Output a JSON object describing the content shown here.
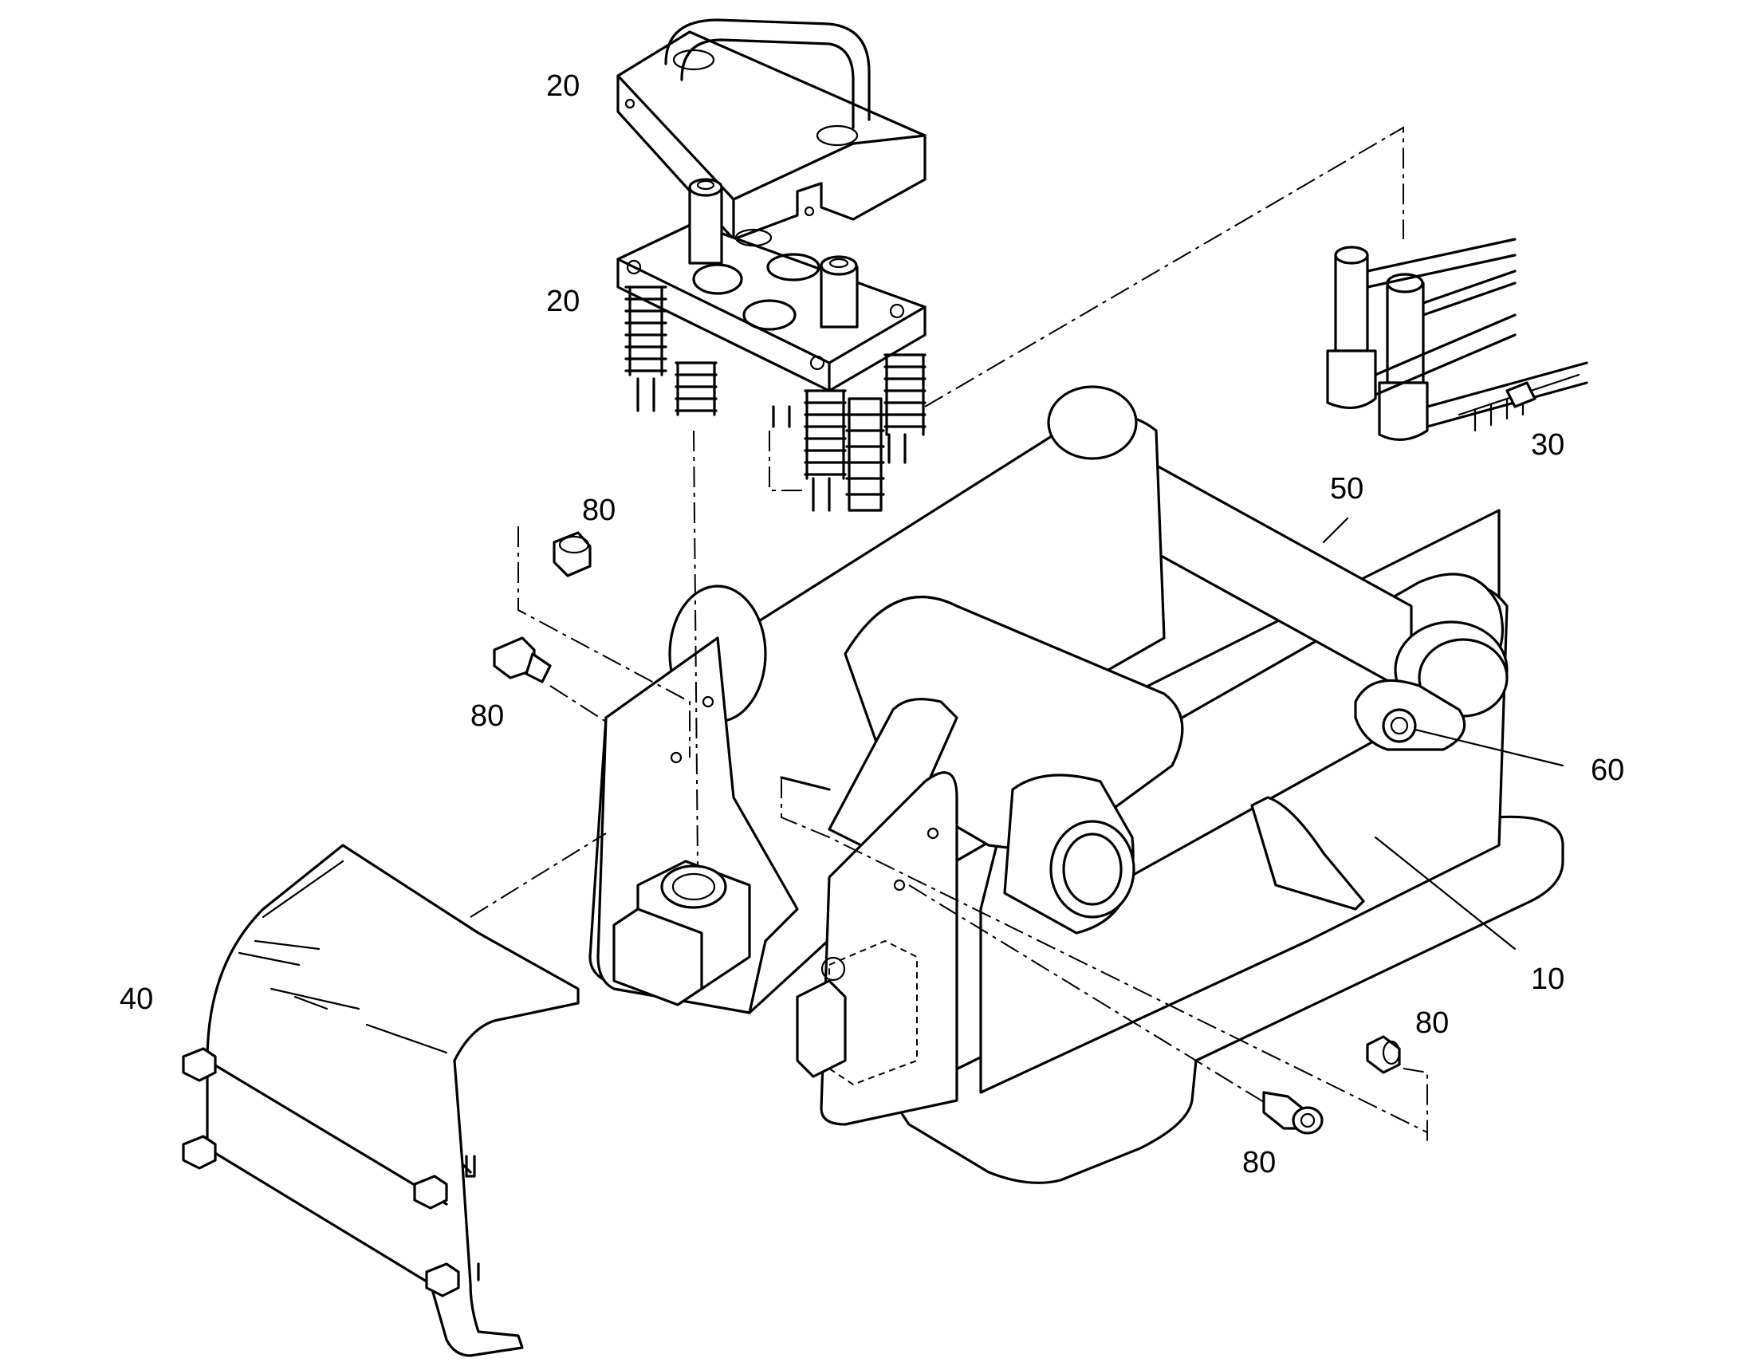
{
  "callouts": [
    {
      "id": "label-20-top",
      "text": "20"
    },
    {
      "id": "label-20-mid",
      "text": "20"
    },
    {
      "id": "label-30",
      "text": "30"
    },
    {
      "id": "label-50",
      "text": "50"
    },
    {
      "id": "label-80-a",
      "text": "80"
    },
    {
      "id": "label-80-b",
      "text": "80"
    },
    {
      "id": "label-60",
      "text": "60"
    },
    {
      "id": "label-40",
      "text": "40"
    },
    {
      "id": "label-10",
      "text": "10"
    },
    {
      "id": "label-80-c",
      "text": "80"
    },
    {
      "id": "label-80-d",
      "text": "80"
    }
  ]
}
